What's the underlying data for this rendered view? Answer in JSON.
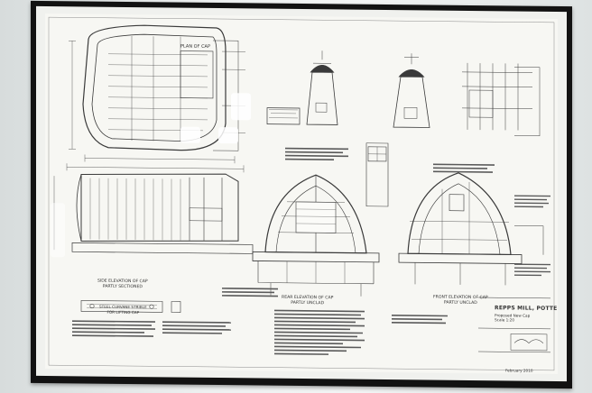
{
  "drawing": {
    "plan_label": "PLAN OF CAP",
    "side_label_line1": "SIDE ELEVATION OF CAP",
    "side_label_line2": "PARTLY SECTIONED",
    "rear_label_line1": "REAR ELEVATION OF CAP",
    "rear_label_line2": "PARTLY UNCLAD",
    "front_label_line1": "FRONT ELEVATION OF CAP",
    "front_label_line2": "PARTLY UNCLAD",
    "steel_label_line1": "STEEL CURVANE STRIBLE",
    "steel_label_line2": "FOR LIFTING CAP",
    "title": "REPPS MILL, POTTER HEIGHAM.",
    "subtitle_line1": "Proposed New Cap",
    "subtitle_line2": "Scale 1:20",
    "date": "February 2010"
  },
  "colors": {
    "frame": "#121212",
    "paper": "#f7f7f3",
    "ink": "#3a3a3a"
  }
}
